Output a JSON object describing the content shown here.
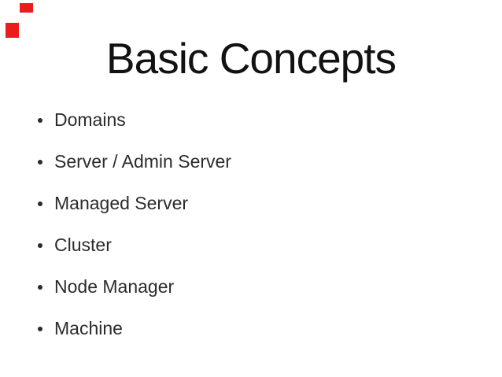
{
  "slide": {
    "title": "Basic Concepts",
    "bullets": [
      "Domains",
      "Server / Admin Server",
      "Managed Server",
      "Cluster",
      "Node Manager",
      "Machine"
    ],
    "colors": {
      "background": "#ffffff",
      "title_text": "#121212",
      "body_text": "#2b2b2b",
      "marker_red": "#ed1c1c"
    }
  }
}
